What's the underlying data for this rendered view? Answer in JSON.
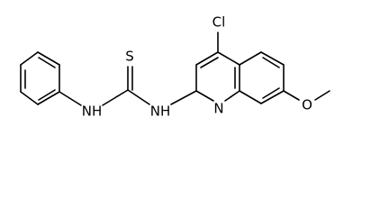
{
  "structure": {
    "atom_labels": {
      "thione_sulfur": "S",
      "amine_left": "NH",
      "amine_right": "NH",
      "ring_nitrogen": "N",
      "chlorine": "Cl",
      "ether_oxygen": "O"
    }
  },
  "colors": {
    "bond": "#000000",
    "text": "#000000",
    "background": "#ffffff"
  }
}
